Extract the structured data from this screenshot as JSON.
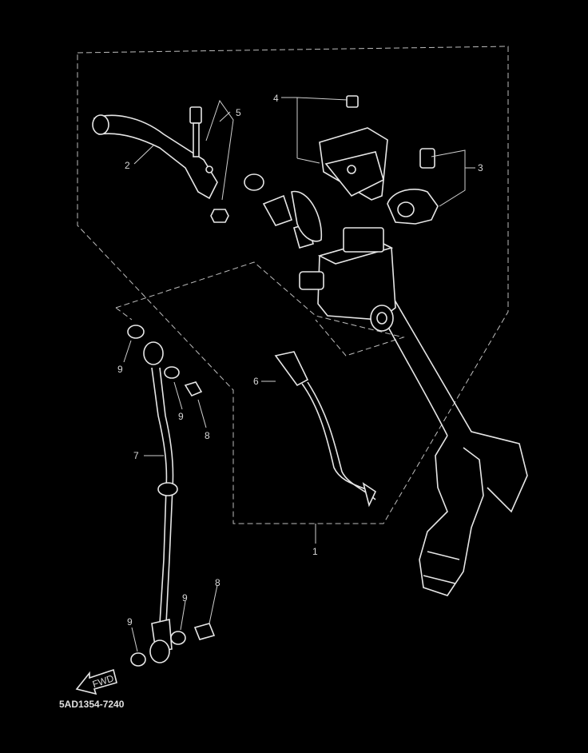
{
  "callouts": {
    "p1": "1",
    "p2": "2",
    "p3": "3",
    "p4": "4",
    "p5": "5",
    "p6": "6",
    "p7": "7",
    "p8a": "8",
    "p8b": "8",
    "p9a": "9",
    "p9b": "9",
    "p9c": "9",
    "p9d": "9"
  },
  "direction_marker": "FWD",
  "diagram_code": "5AD1354-7240",
  "colors": {
    "background": "#000000",
    "linework": "#e6e6e6"
  }
}
